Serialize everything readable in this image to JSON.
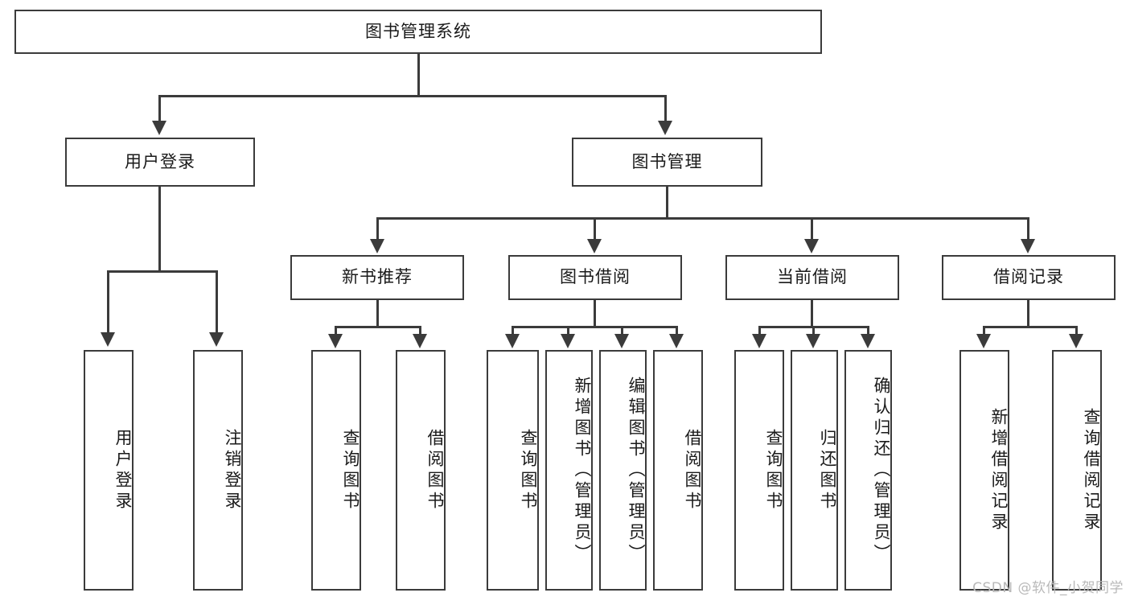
{
  "diagram": {
    "title": "图书管理系统",
    "type": "hierarchy-tree",
    "watermark": "CSDN @软件_小贺同学",
    "colors": {
      "stroke": "#3b3b3b",
      "fill": "#ffffff",
      "text": "#1a1a1a",
      "watermark": "#b9b9b9"
    },
    "root": {
      "label": "图书管理系统"
    },
    "level2": [
      {
        "label": "用户登录"
      },
      {
        "label": "图书管理"
      }
    ],
    "level3": [
      {
        "label": "新书推荐"
      },
      {
        "label": "图书借阅"
      },
      {
        "label": "当前借阅"
      },
      {
        "label": "借阅记录"
      }
    ],
    "leaves": {
      "user_login": [
        {
          "label": "用户登录"
        },
        {
          "label": "注销登录"
        }
      ],
      "new_book": [
        {
          "label": "查询图书"
        },
        {
          "label": "借阅图书"
        }
      ],
      "book_borrow": [
        {
          "label": "查询图书"
        },
        {
          "label": "新增图书（管理员）"
        },
        {
          "label": "编辑图书（管理员）"
        },
        {
          "label": "借阅图书"
        }
      ],
      "current_borrow": [
        {
          "label": "查询图书"
        },
        {
          "label": "归还图书"
        },
        {
          "label": "确认归还（管理员）"
        }
      ],
      "borrow_record": [
        {
          "label": "新增借阅记录"
        },
        {
          "label": "查询借阅记录"
        }
      ]
    }
  }
}
